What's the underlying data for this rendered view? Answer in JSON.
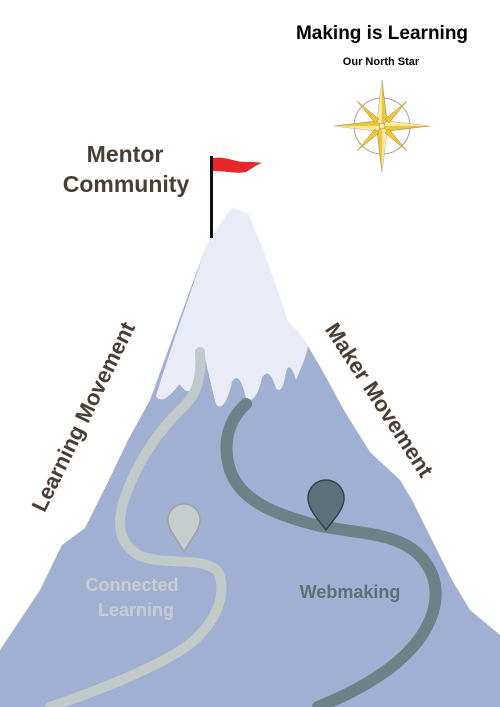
{
  "header": {
    "title": "Making is Learning",
    "subtitle": "Our North Star"
  },
  "summit_label": {
    "line1": "Mentor",
    "line2": "Community"
  },
  "left_slope_label": "Learning Movement",
  "right_slope_label": "Maker Movement",
  "trail_labels": {
    "left_line1": "Connected",
    "left_line2": "Learning",
    "right": "Webmaking"
  },
  "colors": {
    "mountain": "#9fb0d3",
    "snow": "#e9ecf6",
    "left_trail": "#c2cac9",
    "right_trail": "#6c8287",
    "left_pin": "#c7cdcc",
    "right_pin": "#5d7178",
    "flag": "#e8262c",
    "flagpole": "#111111",
    "label_dark": "#4a3d34",
    "left_trail_text": "#c7cdcc",
    "right_trail_text": "#5f6f73",
    "star_gold": "#f3c531",
    "star_light": "#fbe9a0"
  },
  "icons": {
    "compass": "compass-rose-icon",
    "flag": "red-flag-icon",
    "left_pin": "map-pin-icon",
    "right_pin": "map-pin-icon"
  }
}
